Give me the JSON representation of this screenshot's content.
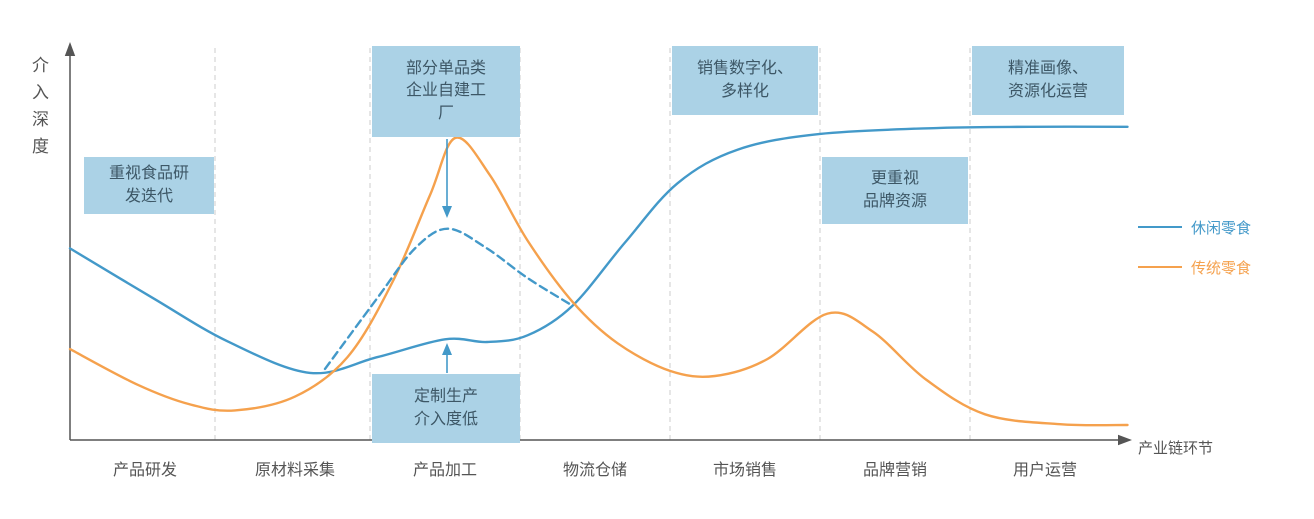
{
  "chart_data": {
    "type": "line",
    "title": "",
    "ylabel": "介入深度",
    "xlabel": "产业链环节",
    "categories": [
      "产品研发",
      "原材料采集",
      "产品加工",
      "物流仓储",
      "市场销售",
      "品牌营销",
      "用户运营"
    ],
    "ylim": [
      0,
      100
    ],
    "y_scale_note": "relative depth, axis has no numeric ticks",
    "x_units": "stage-index (0 = left edge of 产品研发, 1 stage = 1 unit)",
    "grid": false,
    "legend_position": "right",
    "series": [
      {
        "name": "休闲零食",
        "color": "#4399c9",
        "line_style": "solid",
        "points": [
          [
            0,
            48.5
          ],
          [
            0.55,
            36
          ],
          [
            1.05,
            25
          ],
          [
            1.6,
            17
          ],
          [
            2.05,
            21
          ],
          [
            2.5,
            25.5
          ],
          [
            2.78,
            24.8
          ],
          [
            3.05,
            26.5
          ],
          [
            3.35,
            34
          ],
          [
            3.7,
            50
          ],
          [
            4.05,
            65
          ],
          [
            4.45,
            73.5
          ],
          [
            5.0,
            77.5
          ],
          [
            5.8,
            79
          ],
          [
            6.4,
            79.3
          ],
          [
            7.05,
            79.3
          ]
        ]
      },
      {
        "name": "传统零食",
        "color": "#f5a14d",
        "line_style": "solid",
        "points": [
          [
            0,
            23
          ],
          [
            0.45,
            14
          ],
          [
            0.8,
            9
          ],
          [
            1.1,
            7.5
          ],
          [
            1.5,
            11
          ],
          [
            1.85,
            21
          ],
          [
            2.15,
            40
          ],
          [
            2.4,
            62
          ],
          [
            2.57,
            76.5
          ],
          [
            2.8,
            67
          ],
          [
            3.05,
            50.5
          ],
          [
            3.35,
            35
          ],
          [
            3.65,
            24.5
          ],
          [
            4.0,
            17.5
          ],
          [
            4.3,
            16.2
          ],
          [
            4.65,
            20.5
          ],
          [
            5.05,
            32
          ],
          [
            5.35,
            27.5
          ],
          [
            5.7,
            15.5
          ],
          [
            6.1,
            6.5
          ],
          [
            6.6,
            4
          ],
          [
            7.05,
            3.8
          ]
        ]
      },
      {
        "id": "dashed-branch-of-leisure-series",
        "name": "",
        "color": "#4399c9",
        "line_style": "dashed",
        "points": [
          [
            1.7,
            18
          ],
          [
            2.05,
            36
          ],
          [
            2.3,
            48.5
          ],
          [
            2.52,
            53.5
          ],
          [
            2.78,
            48.5
          ],
          [
            3.05,
            41
          ],
          [
            3.35,
            34
          ]
        ]
      }
    ],
    "annotations": [
      {
        "text": "重视食品研\n发迭代",
        "stage": "产品研发",
        "arrow": "none"
      },
      {
        "text": "部分单品类\n企业自建工\n厂",
        "stage": "产品加工",
        "arrow": "down-to-dashed-peak"
      },
      {
        "text": "定制生产\n介入度低",
        "stage": "产品加工",
        "arrow": "up-to-leisure-line"
      },
      {
        "text": "销售数字化、\n多样化",
        "stage": "市场销售",
        "arrow": "none"
      },
      {
        "text": "更重视\n品牌资源",
        "stage": "品牌营销",
        "arrow": "none"
      },
      {
        "text": "精准画像、\n资源化运营",
        "stage": "用户运营",
        "arrow": "none"
      }
    ]
  },
  "colors": {
    "leisure_line": "#4399c9",
    "traditional_line": "#f5a14d",
    "annotation_bg": "#abd2e6",
    "annotation_text": "#3d5766",
    "axis": "#555555",
    "separator": "#cccccc",
    "arrow": "#4399c9"
  }
}
